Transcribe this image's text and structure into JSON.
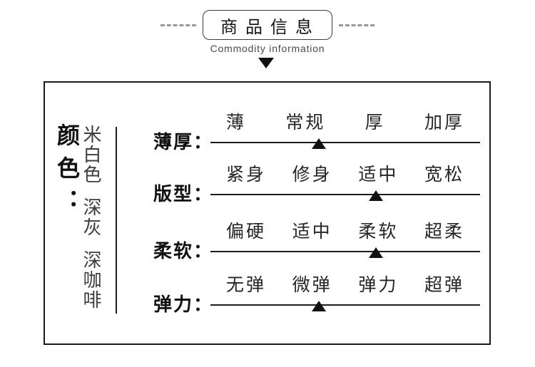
{
  "header": {
    "title": "商品信息",
    "subtitle": "Commodity information"
  },
  "color_section": {
    "label": "颜色：",
    "values": [
      "米白色",
      "深灰",
      "深咖啡"
    ]
  },
  "attributes": [
    {
      "label": "薄厚：",
      "options": [
        "薄",
        "常规",
        "厚",
        "加厚"
      ],
      "selected": "常规",
      "selected_index": 1
    },
    {
      "label": "版型：",
      "options": [
        "紧身",
        "修身",
        "适中",
        "宽松"
      ],
      "selected": "适中",
      "selected_index": 2
    },
    {
      "label": "柔软：",
      "options": [
        "偏硬",
        "适中",
        "柔软",
        "超柔"
      ],
      "selected": "柔软",
      "selected_index": 2
    },
    {
      "label": "弹力：",
      "options": [
        "无弹",
        "微弹",
        "弹力",
        "超弹"
      ],
      "selected": "微弹",
      "selected_index": 1
    }
  ],
  "colors": {
    "text_primary": "#111111",
    "text_secondary": "#3d3d3d",
    "line": "#1c1c1c",
    "panel_border": "#1a1a1a",
    "dash": "#9a9a9a",
    "marker": "#111111"
  }
}
